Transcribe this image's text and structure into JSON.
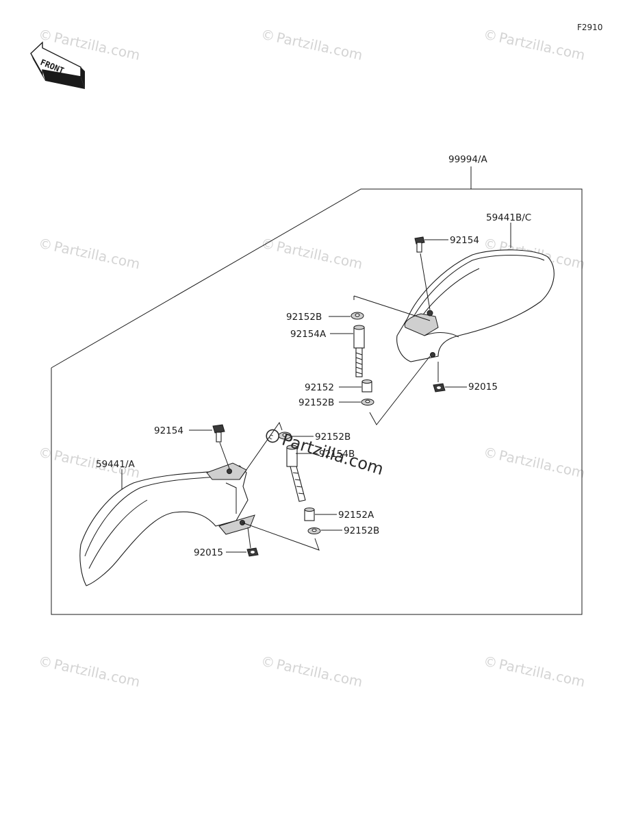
{
  "diagram_code": "F2910",
  "front_arrow_label": "FRONT",
  "assembly_label": "99994/A",
  "watermark_text": "Partzilla.com",
  "center_watermark_text": "Partzilla.com",
  "callouts": {
    "guard_right": "59441B/C",
    "bolt_right": "92154",
    "collar_b_right": "92152B",
    "bolt_a_right": "92154A",
    "collar_right": "92152",
    "collar_b_right_lower": "92152B",
    "nut_right": "92015",
    "bolt_left": "92154",
    "guard_left": "59441/A",
    "collar_b_left": "92152B",
    "bolt_b_left": "92154B",
    "collar_a_left": "92152A",
    "collar_b_left_lower": "92152B",
    "nut_left": "92015"
  }
}
